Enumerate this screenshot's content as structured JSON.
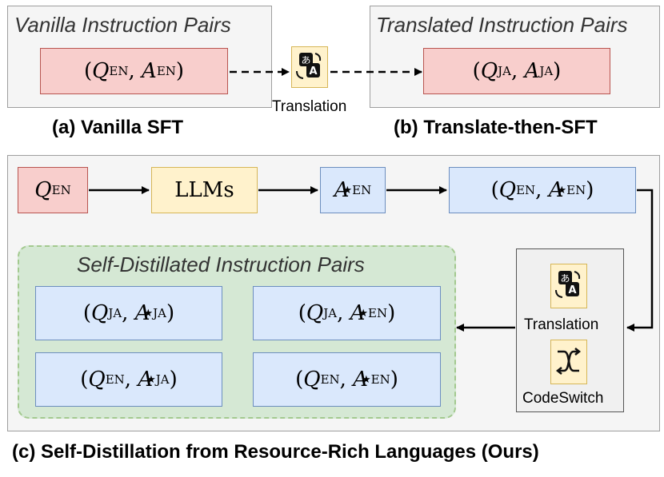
{
  "panel_a": {
    "title": "Vanilla Instruction Pairs",
    "pair": "(Q_EN, A_EN)",
    "caption": "(a) Vanilla SFT"
  },
  "translation_label": "Translation",
  "panel_b": {
    "title": "Translated Instruction Pairs",
    "pair": "(Q_JA, A_JA)",
    "caption": "(b) Translate-then-SFT"
  },
  "panel_c": {
    "nodes": {
      "q_en": "Q_EN",
      "llms": "LLMs",
      "a_en_star": "A*_EN",
      "pair_en_en_star": "(Q_EN, A*_EN)"
    },
    "self_distilled_title": "Self-Distillated Instruction Pairs",
    "pairs": [
      "(Q_JA, A*_JA)",
      "(Q_JA, A*_EN)",
      "(Q_EN, A*_JA)",
      "(Q_EN, A*_EN)"
    ],
    "tools": {
      "translation": "Translation",
      "codeswitch": "CodeSwitch"
    },
    "caption": "(c) Self-Distillation from Resource-Rich Languages (Ours)"
  },
  "colors": {
    "red_fill": "#f8cecc",
    "red_stroke": "#b85450",
    "yellow_fill": "#fff2cc",
    "yellow_stroke": "#d6b656",
    "blue_fill": "#dae8fc",
    "blue_stroke": "#6c8ebf",
    "green_fill": "#d5e8d4",
    "green_stroke": "#a3c98f"
  },
  "icons": [
    "translate-icon",
    "codeswitch-icon"
  ]
}
